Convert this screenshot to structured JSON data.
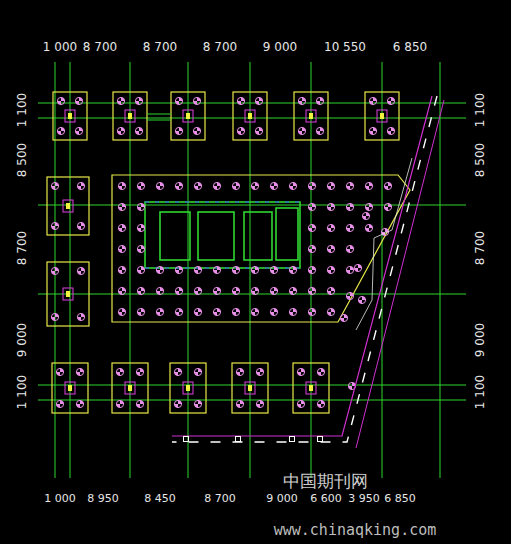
{
  "diagram": {
    "labels": [
      "1 000",
      "8 700",
      "8 700",
      "8 700",
      "9 000",
      "10 550",
      "6 850",
      "1 100",
      "8 500",
      "8 700",
      "9 000",
      "1 100",
      "1 100",
      "8 500",
      "8 700",
      "9 000",
      "1 100",
      "1 000",
      "8 950",
      "8 450",
      "8 700",
      "9 000",
      "6 600",
      "3 950",
      "6 850",
      "中国期刊网",
      "www.chinaqking.com"
    ]
  }
}
